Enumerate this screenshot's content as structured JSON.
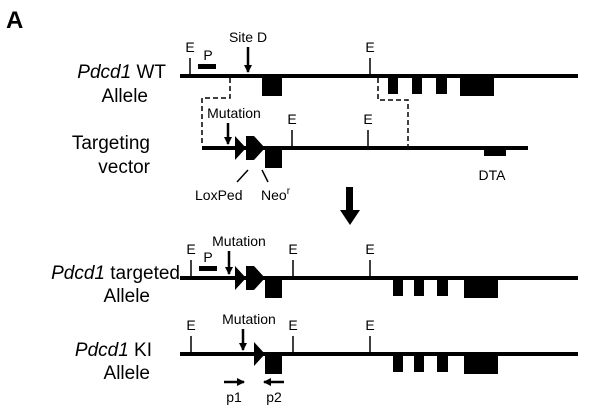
{
  "panel_label": "A",
  "wt_allele": {
    "gene": "Pdcd1",
    "suffix": " WT",
    "line2": "Allele",
    "ecorv": [
      "E",
      "E"
    ],
    "probe": "P",
    "site": "Site D"
  },
  "targeting_vector": {
    "line1": "Targeting",
    "line2": "vector",
    "mutation": "Mutation",
    "ecorv": [
      "E",
      "E"
    ],
    "loxped": "LoxPed",
    "neo": "Neo",
    "neo_sup": "r",
    "dta": "DTA"
  },
  "targeted_allele": {
    "gene": "Pdcd1",
    "suffix": " targeted",
    "line2": "Allele",
    "ecorv": [
      "E",
      "E",
      "E"
    ],
    "probe": "P",
    "mutation": "Mutation"
  },
  "ki_allele": {
    "gene": "Pdcd1",
    "suffix": " KI",
    "line2": "Allele",
    "ecorv": [
      "E",
      "E",
      "E"
    ],
    "mutation": "Mutation",
    "primer1": "p1",
    "primer2": "p2"
  }
}
